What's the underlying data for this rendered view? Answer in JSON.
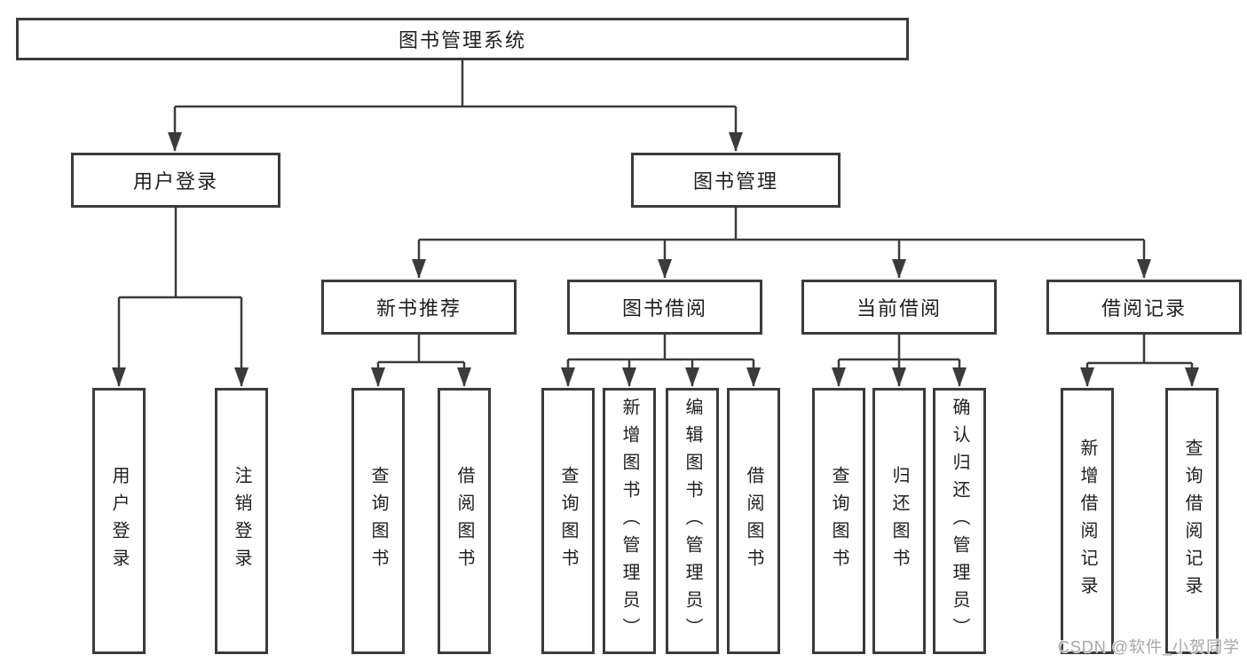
{
  "tree": {
    "label": "图书管理系统",
    "children": [
      {
        "label": "用户登录",
        "children": [
          {
            "label": "用户登录"
          },
          {
            "label": "注销登录"
          }
        ]
      },
      {
        "label": "图书管理",
        "children": [
          {
            "label": "新书推荐",
            "children": [
              {
                "label": "查询图书"
              },
              {
                "label": "借阅图书"
              }
            ]
          },
          {
            "label": "图书借阅",
            "children": [
              {
                "label": "查询图书"
              },
              {
                "label": "新增图书（管理员）"
              },
              {
                "label": "编辑图书（管理员）"
              },
              {
                "label": "借阅图书"
              }
            ]
          },
          {
            "label": "当前借阅",
            "children": [
              {
                "label": "查询图书"
              },
              {
                "label": "归还图书"
              },
              {
                "label": "确认归还（管理员）"
              }
            ]
          },
          {
            "label": "借阅记录",
            "children": [
              {
                "label": "新增借阅记录"
              },
              {
                "label": "查询借阅记录"
              }
            ]
          }
        ]
      }
    ]
  },
  "watermark": "CSDN @软件_小贺同学",
  "colors": {
    "line": "#3b3b3b",
    "box_border": "#3b3b3b",
    "text": "#1f1f1f",
    "background": "#ffffff",
    "watermark": "#a6a6a6"
  }
}
